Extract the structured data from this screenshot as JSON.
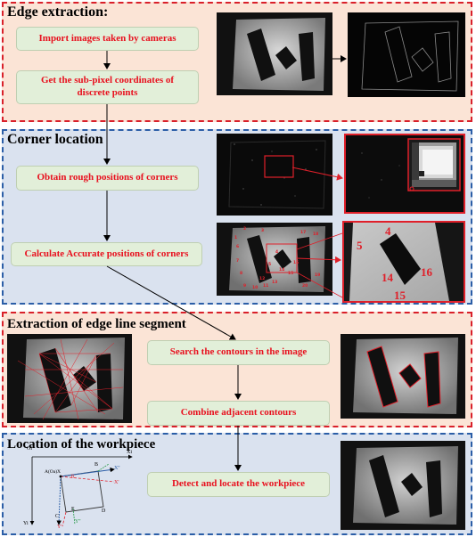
{
  "sections": [
    {
      "title": "Edge extraction:",
      "colors": {
        "border": "#d9202a",
        "fill": "#fbe4d6"
      }
    },
    {
      "title": "Corner location",
      "colors": {
        "border": "#2b5ea7",
        "fill": "#dae2ef"
      }
    },
    {
      "title": "Extraction of edge line segment",
      "colors": {
        "border": "#d9202a",
        "fill": "#fbe4d6"
      }
    },
    {
      "title": "Location of the workpiece",
      "colors": {
        "border": "#2b5ea7",
        "fill": "#dae2ef"
      }
    }
  ],
  "steps": {
    "import_images": "Import images taken by cameras",
    "subpixel_line1": "Get the sub-pixel coordinates of",
    "subpixel_line2": "discrete points",
    "rough_corners": "Obtain rough positions of corners",
    "accurate_corners": "Calculate Accurate positions of corners",
    "search_contours": "Search the contours in the image",
    "combine_contours": "Combine adjacent contours",
    "detect_workpiece": "Detect and locate the workpiece"
  },
  "corner_zoom_labels": [
    "4",
    "5",
    "14",
    "15",
    "16"
  ],
  "corner_numbers": [
    "1",
    "2",
    "3",
    "4",
    "5",
    "6",
    "7",
    "8",
    "9",
    "10",
    "11",
    "12",
    "13",
    "14",
    "15",
    "16",
    "17",
    "18",
    "19",
    "20"
  ],
  "coordinate_diagram": {
    "origin_label": "Oi",
    "axis_x": "Xi",
    "axis_y": "Yi",
    "point_a": "A(Oa)X",
    "point_b": "B",
    "point_c": "C",
    "point_d": "D",
    "point_e": "E",
    "axis_x_prime": "X'",
    "axis_x_second": "X''",
    "axis_y_prime": "Y'",
    "axis_y_second": "Y''",
    "angle_label": "θ"
  },
  "colors": {
    "arrow": "#000000",
    "step_text": "#e8101e",
    "step_fill": "#e2efd9",
    "highlight": "#e0202a"
  }
}
